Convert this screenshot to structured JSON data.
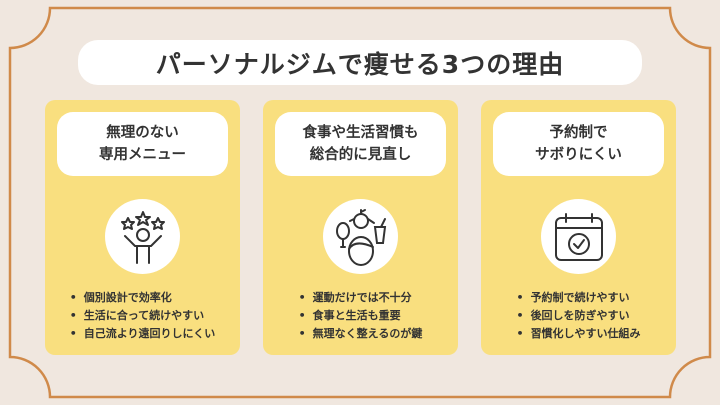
{
  "title": "パーソナルジムで痩せる3つの理由",
  "cards": [
    {
      "head": [
        "無理のない",
        "専用メニュー"
      ],
      "icon": "person-stars-icon",
      "bullets": [
        "個別設計で効率化",
        "生活に合って続けやすい",
        "自己流より遠回りしにくい"
      ]
    },
    {
      "head": [
        "食事や生活習慣も",
        "総合的に見直し"
      ],
      "icon": "person-food-icon",
      "bullets": [
        "運動だけでは不十分",
        "食事と生活も重要",
        "無理なく整えるのが鍵"
      ]
    },
    {
      "head": [
        "予約制で",
        "サボりにくい"
      ],
      "icon": "calendar-check-icon",
      "bullets": [
        "予約制で続けやすい",
        "後回しを防ぎやすい",
        "習慣化しやすい仕組み"
      ]
    }
  ],
  "colors": {
    "background": "#f0e7df",
    "frame": "#d08a4a",
    "card": "#f9df7f"
  }
}
